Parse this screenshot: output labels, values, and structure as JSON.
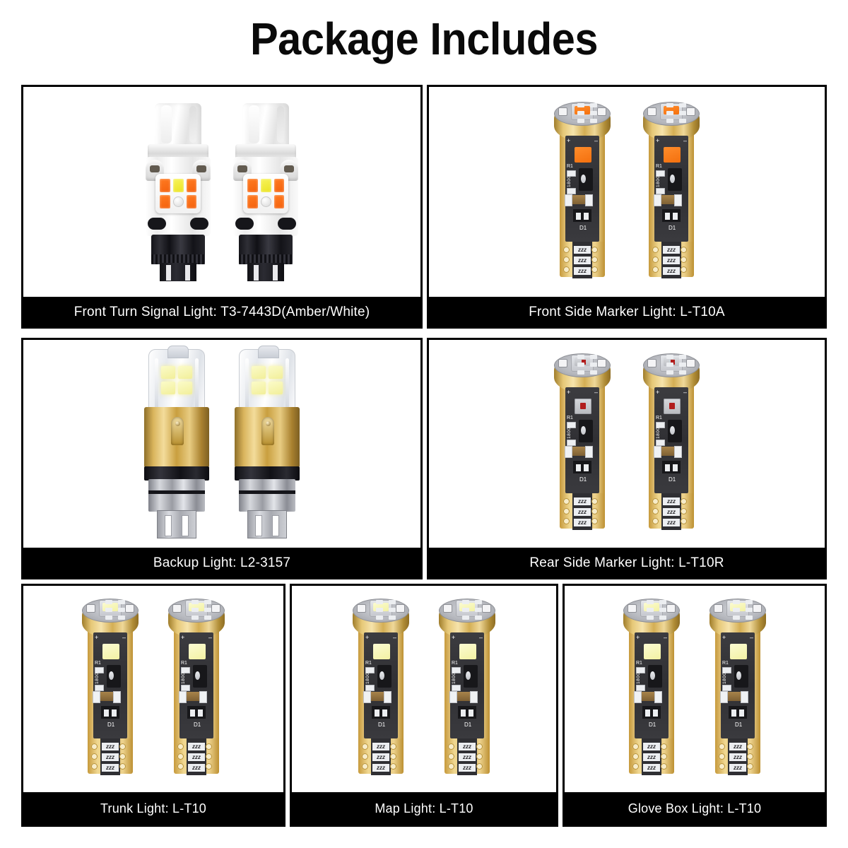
{
  "header": {
    "title": "Package Includes"
  },
  "colors": {
    "panel_border": "#000000",
    "caption_bg": "#000000",
    "caption_text": "#ffffff",
    "amber": "#f97316",
    "red": "#b31616",
    "white_led": "#f7f6c6",
    "gold_pcb": "#dcb963",
    "board": "#343438"
  },
  "panels": [
    {
      "id": "front-turn-signal",
      "caption": "Front Turn Signal Light: T3-7443D(Amber/White)",
      "bulb_type": "switchback-7443",
      "quantity": 2
    },
    {
      "id": "front-side-marker",
      "caption": "Front Side Marker Light: L-T10A",
      "bulb_type": "t10-pcb",
      "led_color": "amber",
      "quantity": 2
    },
    {
      "id": "backup",
      "caption": "Backup Light: L2-3157",
      "bulb_type": "backup-3157",
      "quantity": 2
    },
    {
      "id": "rear-side-marker",
      "caption": "Rear Side Marker Light: L-T10R",
      "bulb_type": "t10-pcb",
      "led_color": "red",
      "quantity": 2
    },
    {
      "id": "trunk",
      "caption": "Trunk Light: L-T10",
      "bulb_type": "t10-pcb",
      "led_color": "white",
      "quantity": 2
    },
    {
      "id": "map",
      "caption": "Map Light: L-T10",
      "bulb_type": "t10-pcb",
      "led_color": "white",
      "quantity": 2
    },
    {
      "id": "glove-box",
      "caption": "Glove Box Light: L-T10",
      "bulb_type": "t10-pcb",
      "led_color": "white",
      "quantity": 2
    }
  ],
  "pcb_silkscreen": {
    "positive": "+",
    "negative": "–",
    "r1": "R1",
    "resistor_value": "1800",
    "d1": "D1",
    "smd_mark": "zzz"
  }
}
